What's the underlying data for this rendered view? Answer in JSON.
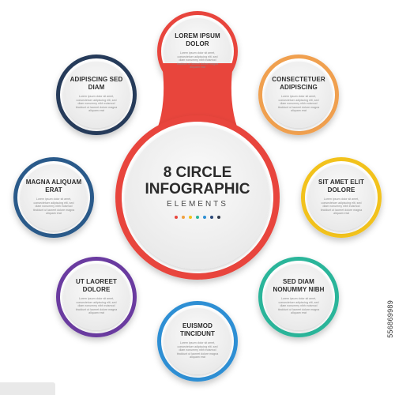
{
  "center": {
    "title_line1": "8 CIRCLE",
    "title_line2": "INFOGRAPHIC",
    "subtitle": "ELEMENTS",
    "dot_colors": [
      "#e8453c",
      "#f0a040",
      "#f2c21a",
      "#2bb59a",
      "#2d8fd4",
      "#2c4a7a",
      "#333a4a"
    ]
  },
  "nodes": [
    {
      "title": "LOREM IPSUM DOLOR",
      "color": "#e8453c",
      "lines": [
        "Lorem ipsum dolor sit amet,",
        "consectetuer adipiscing elit, sed",
        "diam nonummy nibh euismod",
        "tincidunt ut laoreet dolore magna",
        "aliquam erat"
      ]
    },
    {
      "title": "CONSECTETUER ADIPISCING",
      "color": "#f0a050",
      "lines": [
        "Lorem ipsum dolor sit amet,",
        "consectetuer adipiscing elit, sed",
        "diam nonummy nibh euismod",
        "tincidunt ut laoreet dolore magna",
        "aliquam erat"
      ]
    },
    {
      "title": "SIT AMET ELIT DOLORE",
      "color": "#f2c21a",
      "lines": [
        "Lorem ipsum dolor sit amet,",
        "consectetuer adipiscing elit, sed",
        "diam nonummy nibh euismod",
        "tincidunt ut laoreet dolore magna",
        "aliquam erat"
      ]
    },
    {
      "title": "SED DIAM NONUMMY NIBH",
      "color": "#2bb59a",
      "lines": [
        "Lorem ipsum dolor sit amet,",
        "consectetuer adipiscing elit, sed",
        "diam nonummy nibh euismod",
        "tincidunt ut laoreet dolore magna",
        "aliquam erat"
      ]
    },
    {
      "title": "EUISMOD TINCIDUNT",
      "color": "#2d8fd4",
      "lines": [
        "Lorem ipsum dolor sit amet,",
        "consectetuer adipiscing elit, sed",
        "diam nonummy nibh euismod",
        "tincidunt ut laoreet dolore magna",
        "aliquam erat"
      ]
    },
    {
      "title": "UT LAOREET DOLORE",
      "color": "#6a3aa0",
      "lines": [
        "Lorem ipsum dolor sit amet,",
        "consectetuer adipiscing elit, sed",
        "diam nonummy nibh euismod",
        "tincidunt ut laoreet dolore magna",
        "aliquam erat"
      ]
    },
    {
      "title": "MAGNA ALIQUAM ERAT",
      "color": "#2a5a8a",
      "lines": [
        "Lorem ipsum dolor sit amet,",
        "consectetuer adipiscing elit, sed",
        "diam nonummy nibh euismod",
        "tincidunt ut laoreet dolore magna",
        "aliquam erat"
      ]
    },
    {
      "title": "ADIPISCING SED DIAM",
      "color": "#253a5a",
      "lines": [
        "Lorem ipsum dolor sit amet,",
        "consectetuer adipiscing elit, sed",
        "diam nonummy nibh euismod",
        "tincidunt ut laoreet dolore magna",
        "aliquam erat"
      ]
    }
  ],
  "stock_id": "556869989"
}
